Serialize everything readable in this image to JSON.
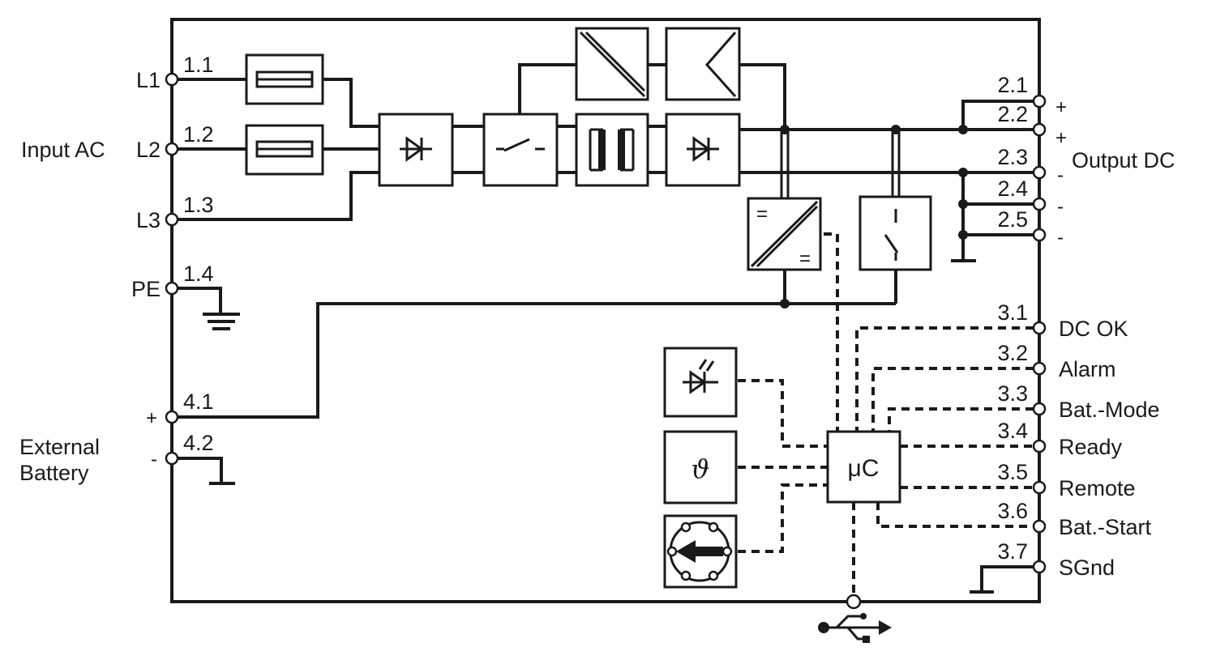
{
  "diagram": {
    "input_label": "Input AC",
    "output_label": "Output DC",
    "battery_label_line1": "External",
    "battery_label_line2": "Battery",
    "input_terminals": [
      {
        "name": "L1",
        "num": "1.1"
      },
      {
        "name": "L2",
        "num": "1.2"
      },
      {
        "name": "L3",
        "num": "1.3"
      },
      {
        "name": "PE",
        "num": "1.4"
      }
    ],
    "battery_terminals": [
      {
        "sign": "+",
        "num": "4.1"
      },
      {
        "sign": "-",
        "num": "4.2"
      }
    ],
    "output_terminals": [
      {
        "num": "2.1",
        "sign": "+"
      },
      {
        "num": "2.2",
        "sign": "+"
      },
      {
        "num": "2.3",
        "sign": "-"
      },
      {
        "num": "2.4",
        "sign": "-"
      },
      {
        "num": "2.5",
        "sign": "-"
      }
    ],
    "signal_terminals": [
      {
        "num": "3.1",
        "label": "DC OK"
      },
      {
        "num": "3.2",
        "label": "Alarm"
      },
      {
        "num": "3.3",
        "label": "Bat.-Mode"
      },
      {
        "num": "3.4",
        "label": "Ready"
      },
      {
        "num": "3.5",
        "label": "Remote"
      },
      {
        "num": "3.6",
        "label": "Bat.-Start"
      },
      {
        "num": "3.7",
        "label": "SGnd"
      }
    ],
    "mcu_label": "μC",
    "temp_symbol": "ϑ",
    "converter_symbol": "="
  }
}
